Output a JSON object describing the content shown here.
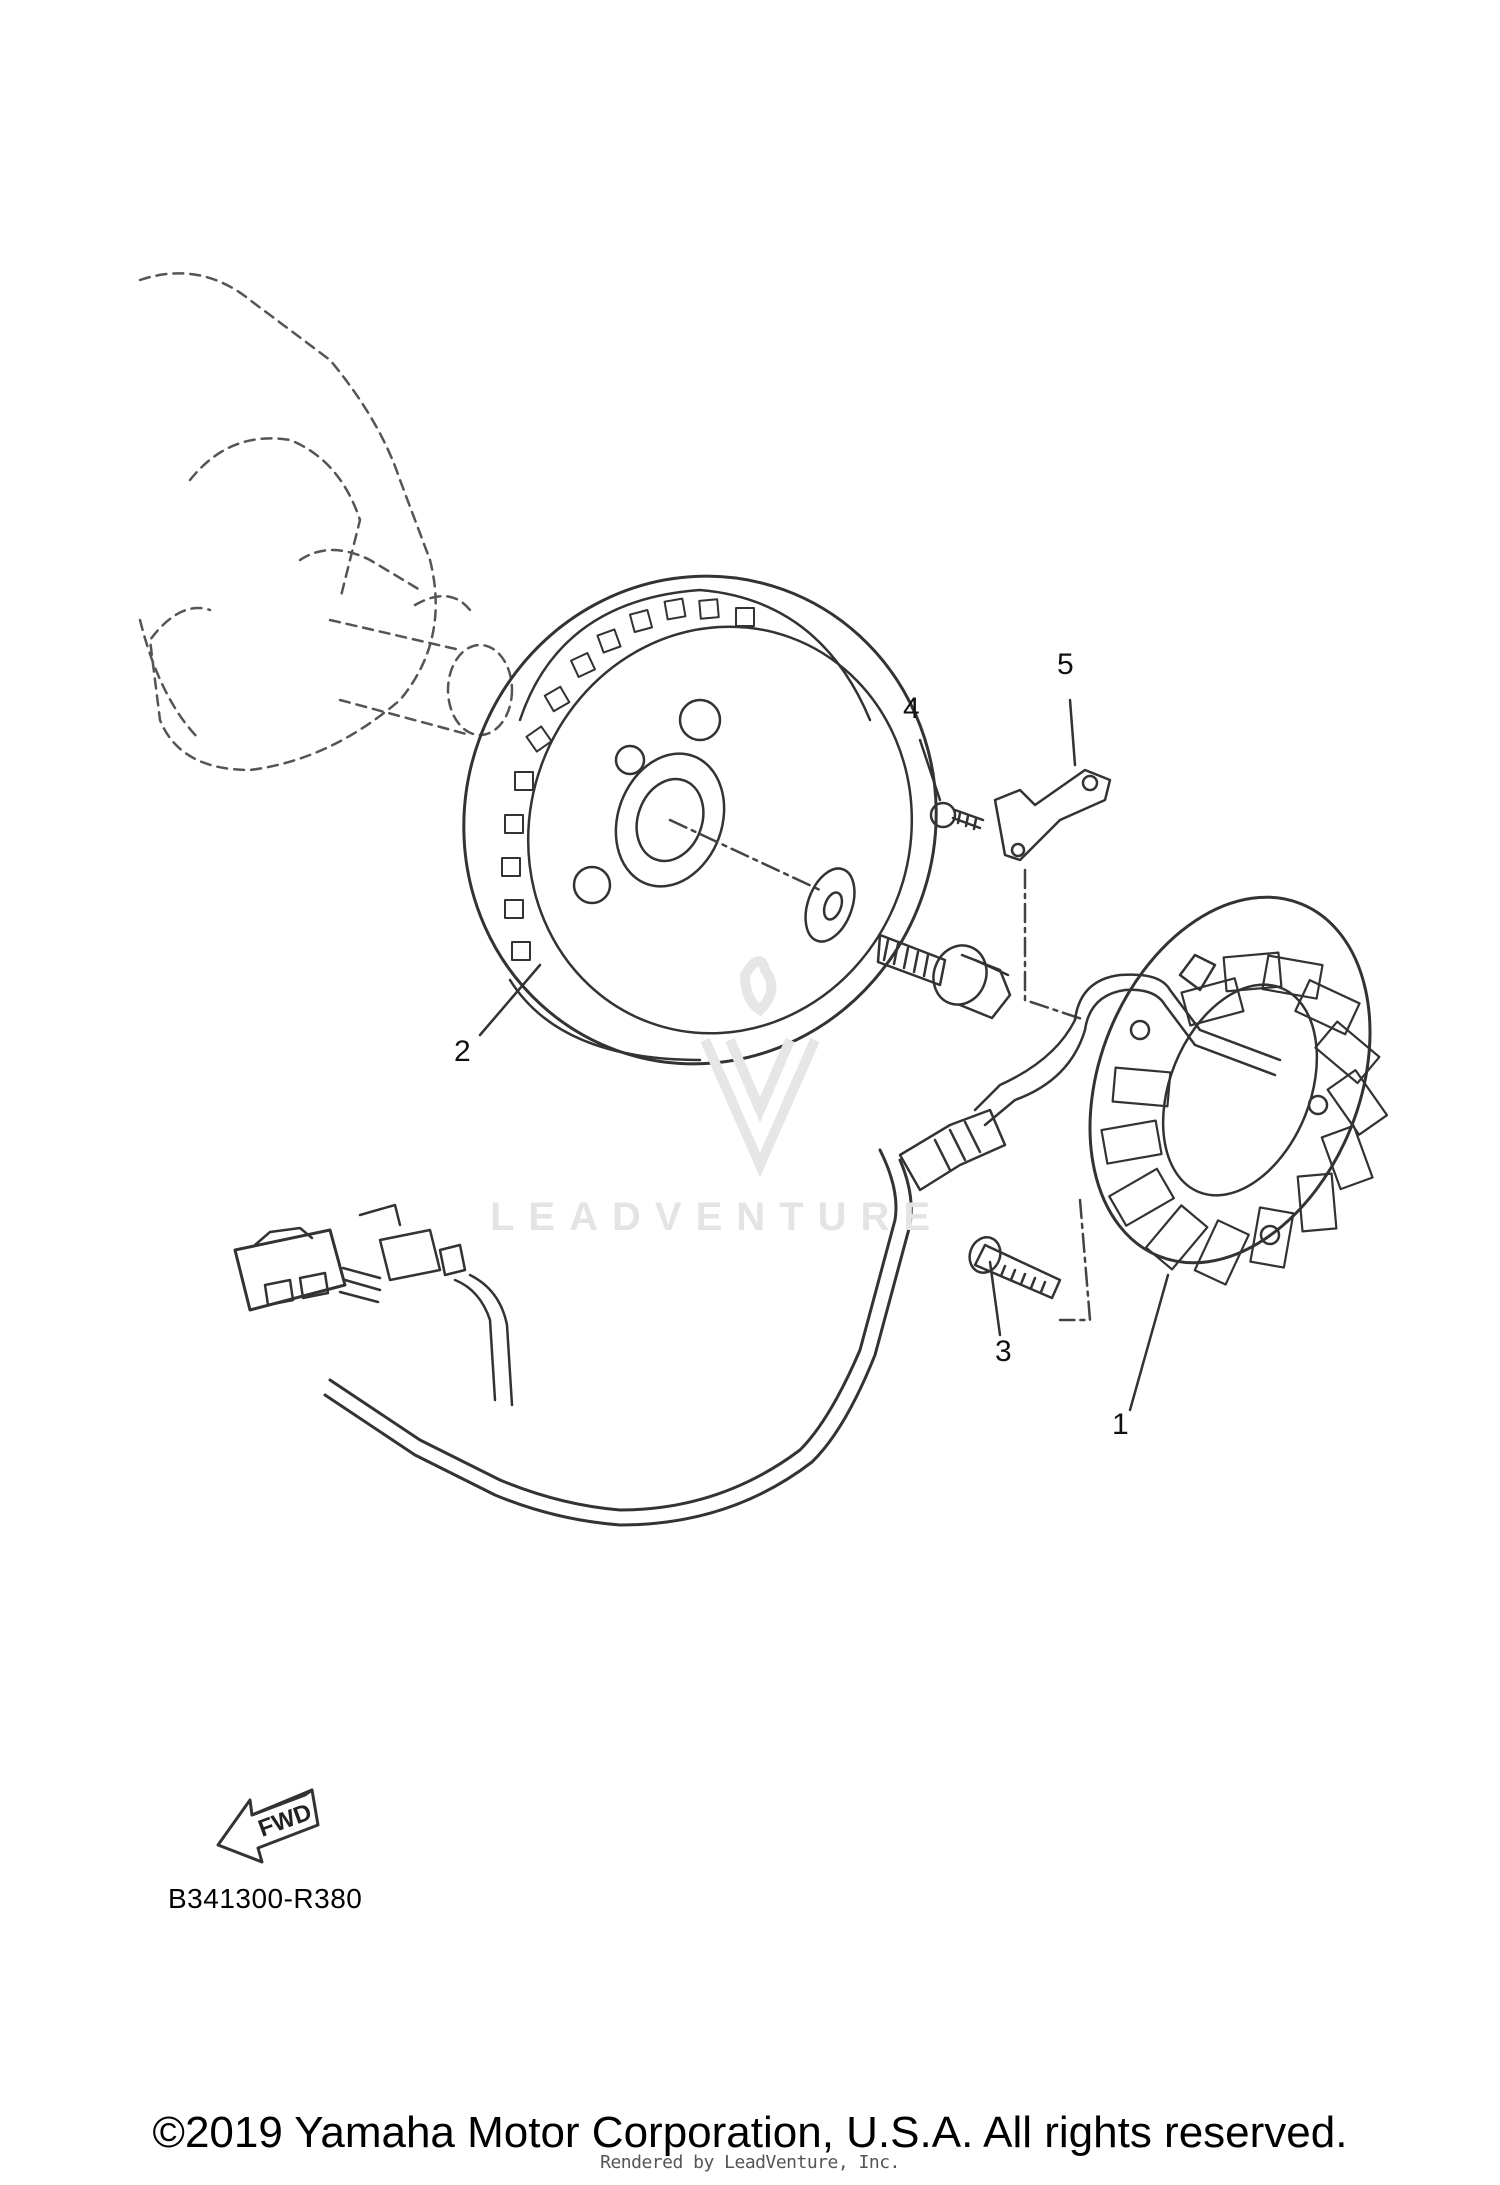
{
  "callouts": [
    "1",
    "2",
    "3",
    "4",
    "5"
  ],
  "forward_label": "FWD",
  "diagram_code": "B341300-R380",
  "watermark": "LEADVENTURE",
  "copyright": "©2019 Yamaha Motor Corporation, U.S.A. All rights reserved.",
  "render_credit": "Rendered by LeadVenture, Inc."
}
